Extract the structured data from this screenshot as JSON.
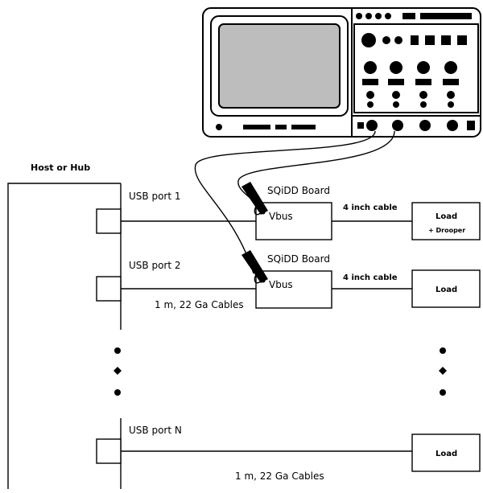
{
  "host_label": "Host or Hub",
  "ports": [
    {
      "label": "USB port 1"
    },
    {
      "label": "USB port 2"
    },
    {
      "label": "USB port N"
    }
  ],
  "boards": [
    {
      "label": "SQiDD Board",
      "pin": "Vbus"
    },
    {
      "label": "SQiDD Board",
      "pin": "Vbus"
    }
  ],
  "cable_short": "4 inch cable",
  "cable_long": "1 m, 22 Ga Cables",
  "loads": [
    {
      "label": "Load",
      "sub": "+ Drooper"
    },
    {
      "label": "Load",
      "sub": ""
    },
    {
      "label": "Load",
      "sub": ""
    }
  ],
  "colors": {
    "line": "#000000",
    "screen": "#bdbdbd",
    "scope_body": "#ffffff"
  },
  "icons": [
    "oscilloscope-icon",
    "probe-icon"
  ]
}
